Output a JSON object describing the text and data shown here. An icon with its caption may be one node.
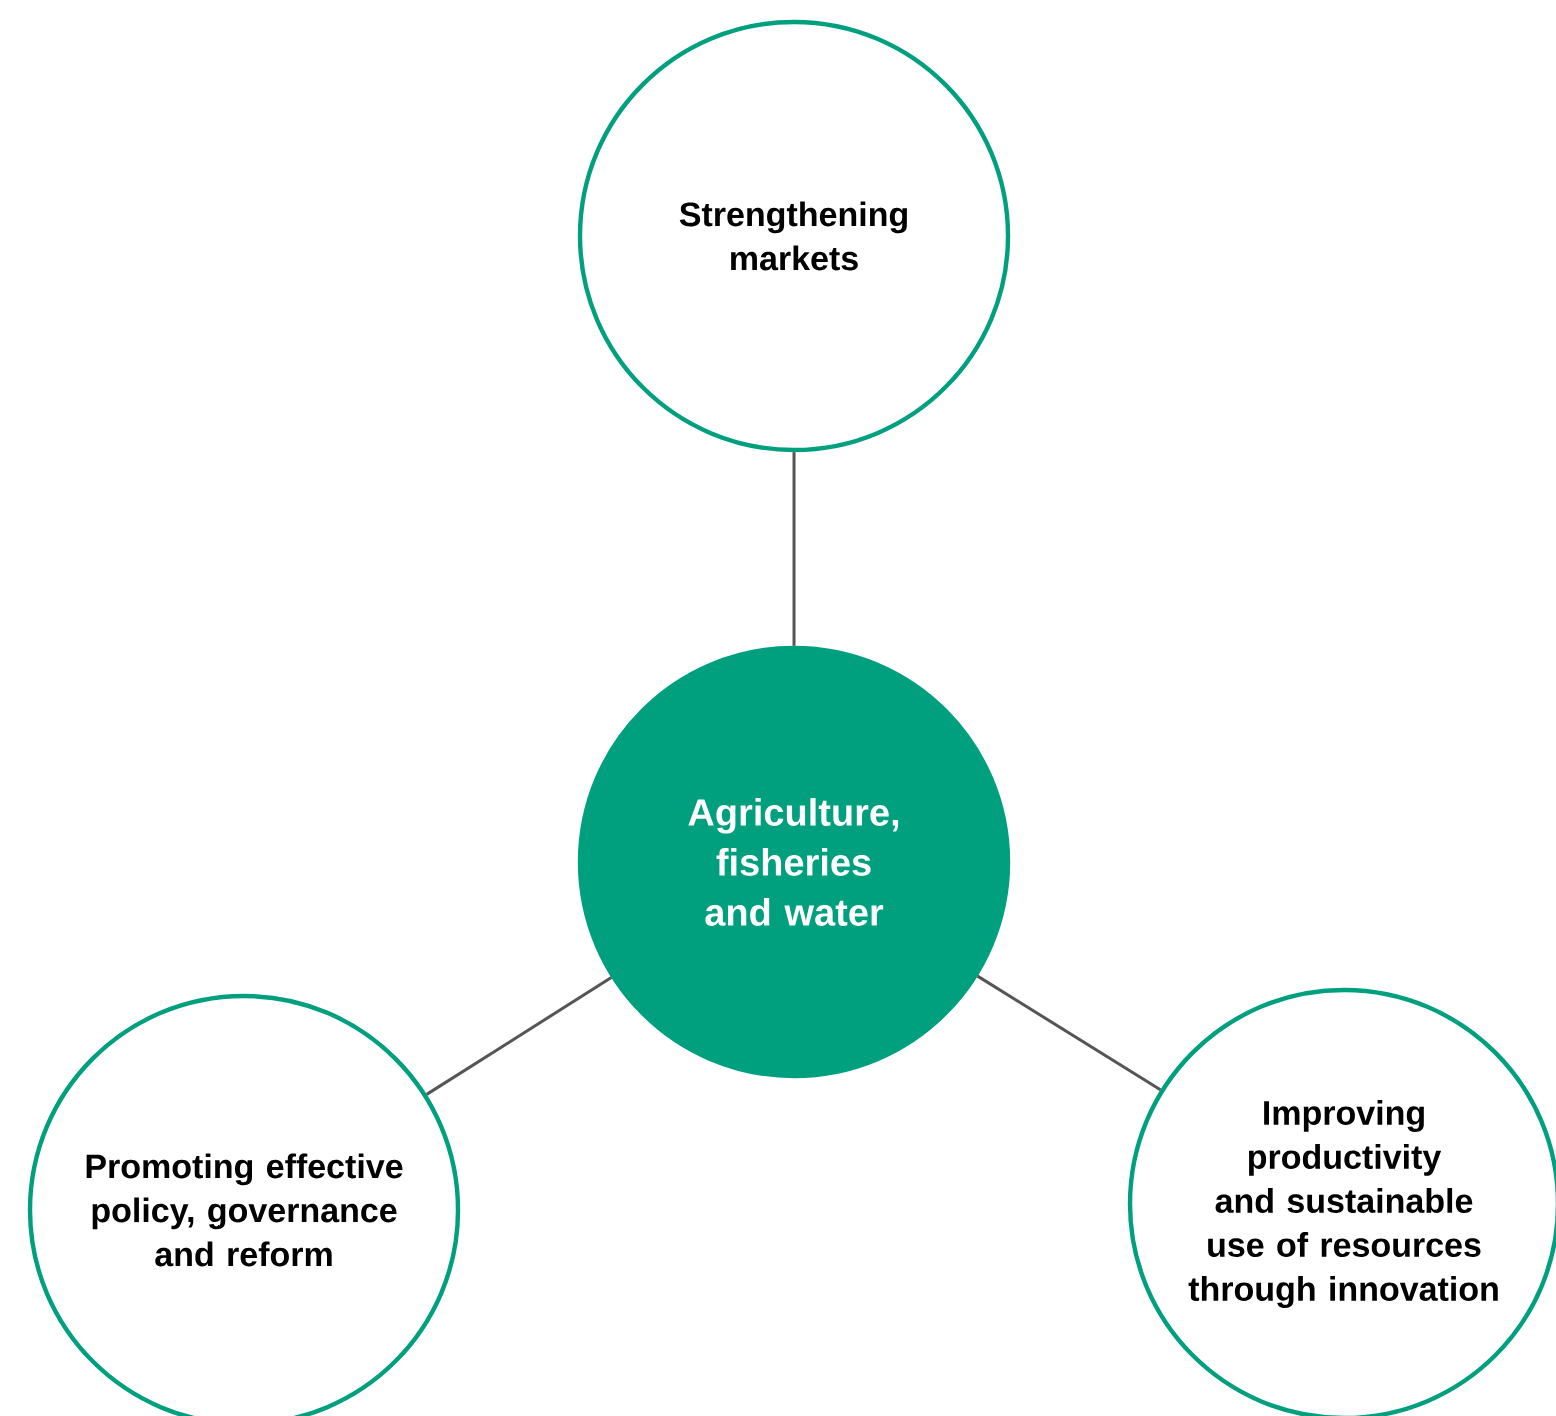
{
  "diagram": {
    "nodes": [
      {
        "text": [
          "Strengthening markets"
        ]
      },
      {
        "text": [
          "Agriculture, fisheries and water"
        ]
      },
      {
        "text": [
          "Promoting effective policy, governance and reform"
        ]
      },
      {
        "text": [
          "Improving productivity and sustainable use of resources through innovation"
        ]
      }
    ],
    "edges": [
      {
        "from": 0,
        "to": 1,
        "arrow": "none"
      },
      {
        "from": 1,
        "to": 2,
        "arrow": "none"
      },
      {
        "from": 1,
        "to": 3,
        "arrow": "none"
      }
    ]
  }
}
